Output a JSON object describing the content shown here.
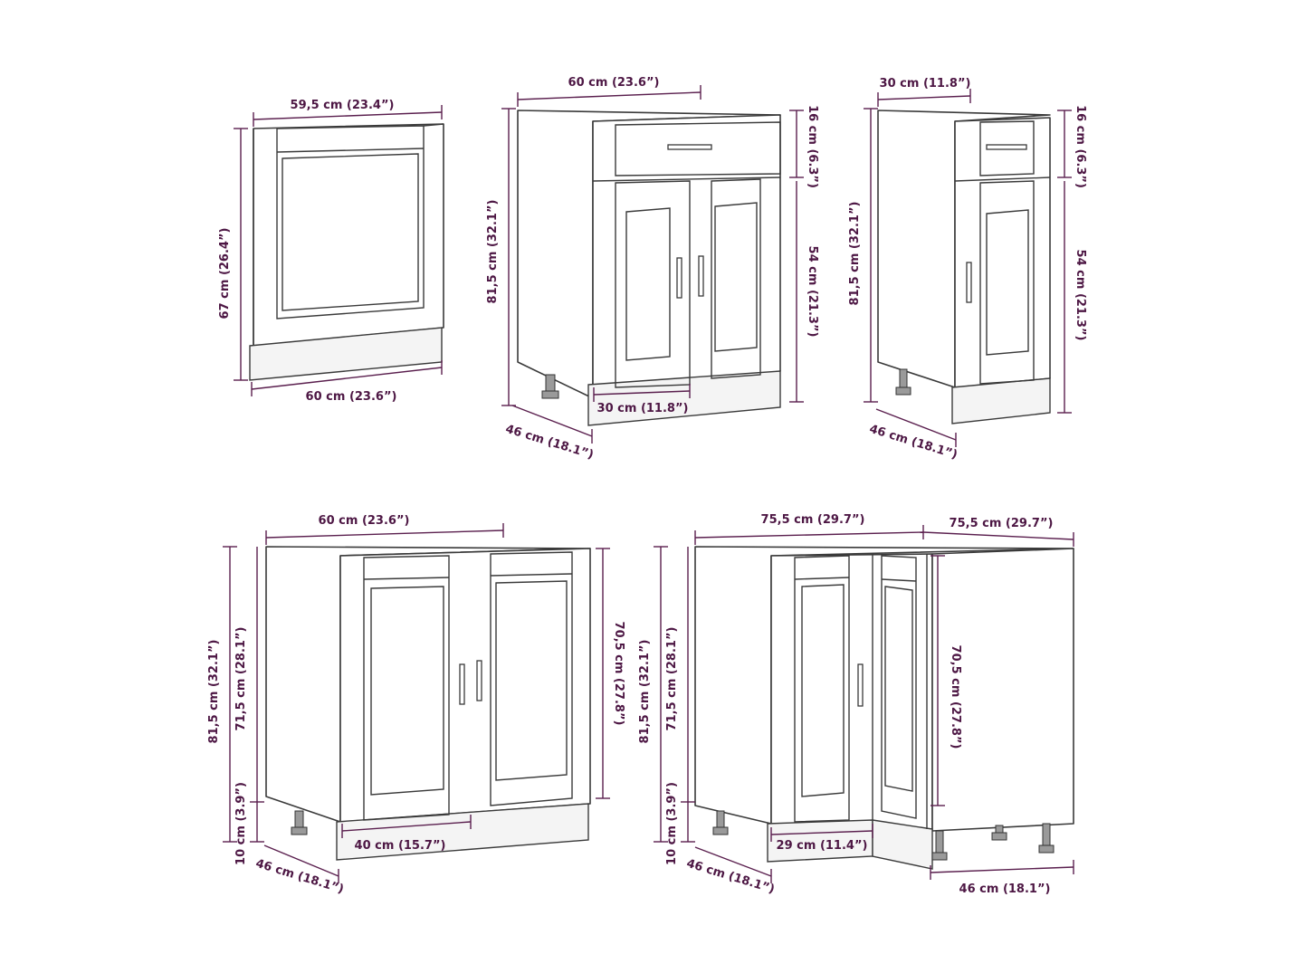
{
  "dimensions": {
    "oven_width_top": "59,5 cm (23.4”)",
    "oven_height": "67 cm (26.4”)",
    "oven_width_bottom": "60 cm (23.6”)",
    "c2_width": "60 cm (23.6”)",
    "c2_height": "81,5 cm (32.1”)",
    "c2_drawer_h": "16 cm (6.3”)",
    "c2_door_h": "54 cm (21.3”)",
    "c2_door_w": "30 cm (11.8”)",
    "c2_depth": "46 cm (18.1”)",
    "c3_width": "30 cm (11.8”)",
    "c3_height": "81,5 cm (32.1”)",
    "c3_drawer_h": "16 cm (6.3”)",
    "c3_door_h": "54 cm (21.3”)",
    "c3_depth": "46 cm (18.1”)",
    "c4_width": "60 cm (23.6”)",
    "c4_height": "81,5 cm (32.1”)",
    "c4_body_h": "71,5 cm (28.1”)",
    "c4_plinth_h": "10 cm (3.9”)",
    "c4_door_h": "70,5 cm (27.8”)",
    "c4_door_w": "40 cm (15.7”)",
    "c4_depth": "46 cm (18.1”)",
    "c5_width_left": "75,5 cm (29.7”)",
    "c5_width_right": "75,5 cm (29.7”)",
    "c5_height": "81,5 cm (32.1”)",
    "c5_body_h": "71,5 cm (28.1”)",
    "c5_plinth_h": "10 cm (3.9”)",
    "c5_door_h": "70,5 cm (27.8”)",
    "c5_door_w": "29 cm (11.4”)",
    "c5_depth_left": "46 cm (18.1”)",
    "c5_depth_right": "46 cm (18.1”)"
  }
}
